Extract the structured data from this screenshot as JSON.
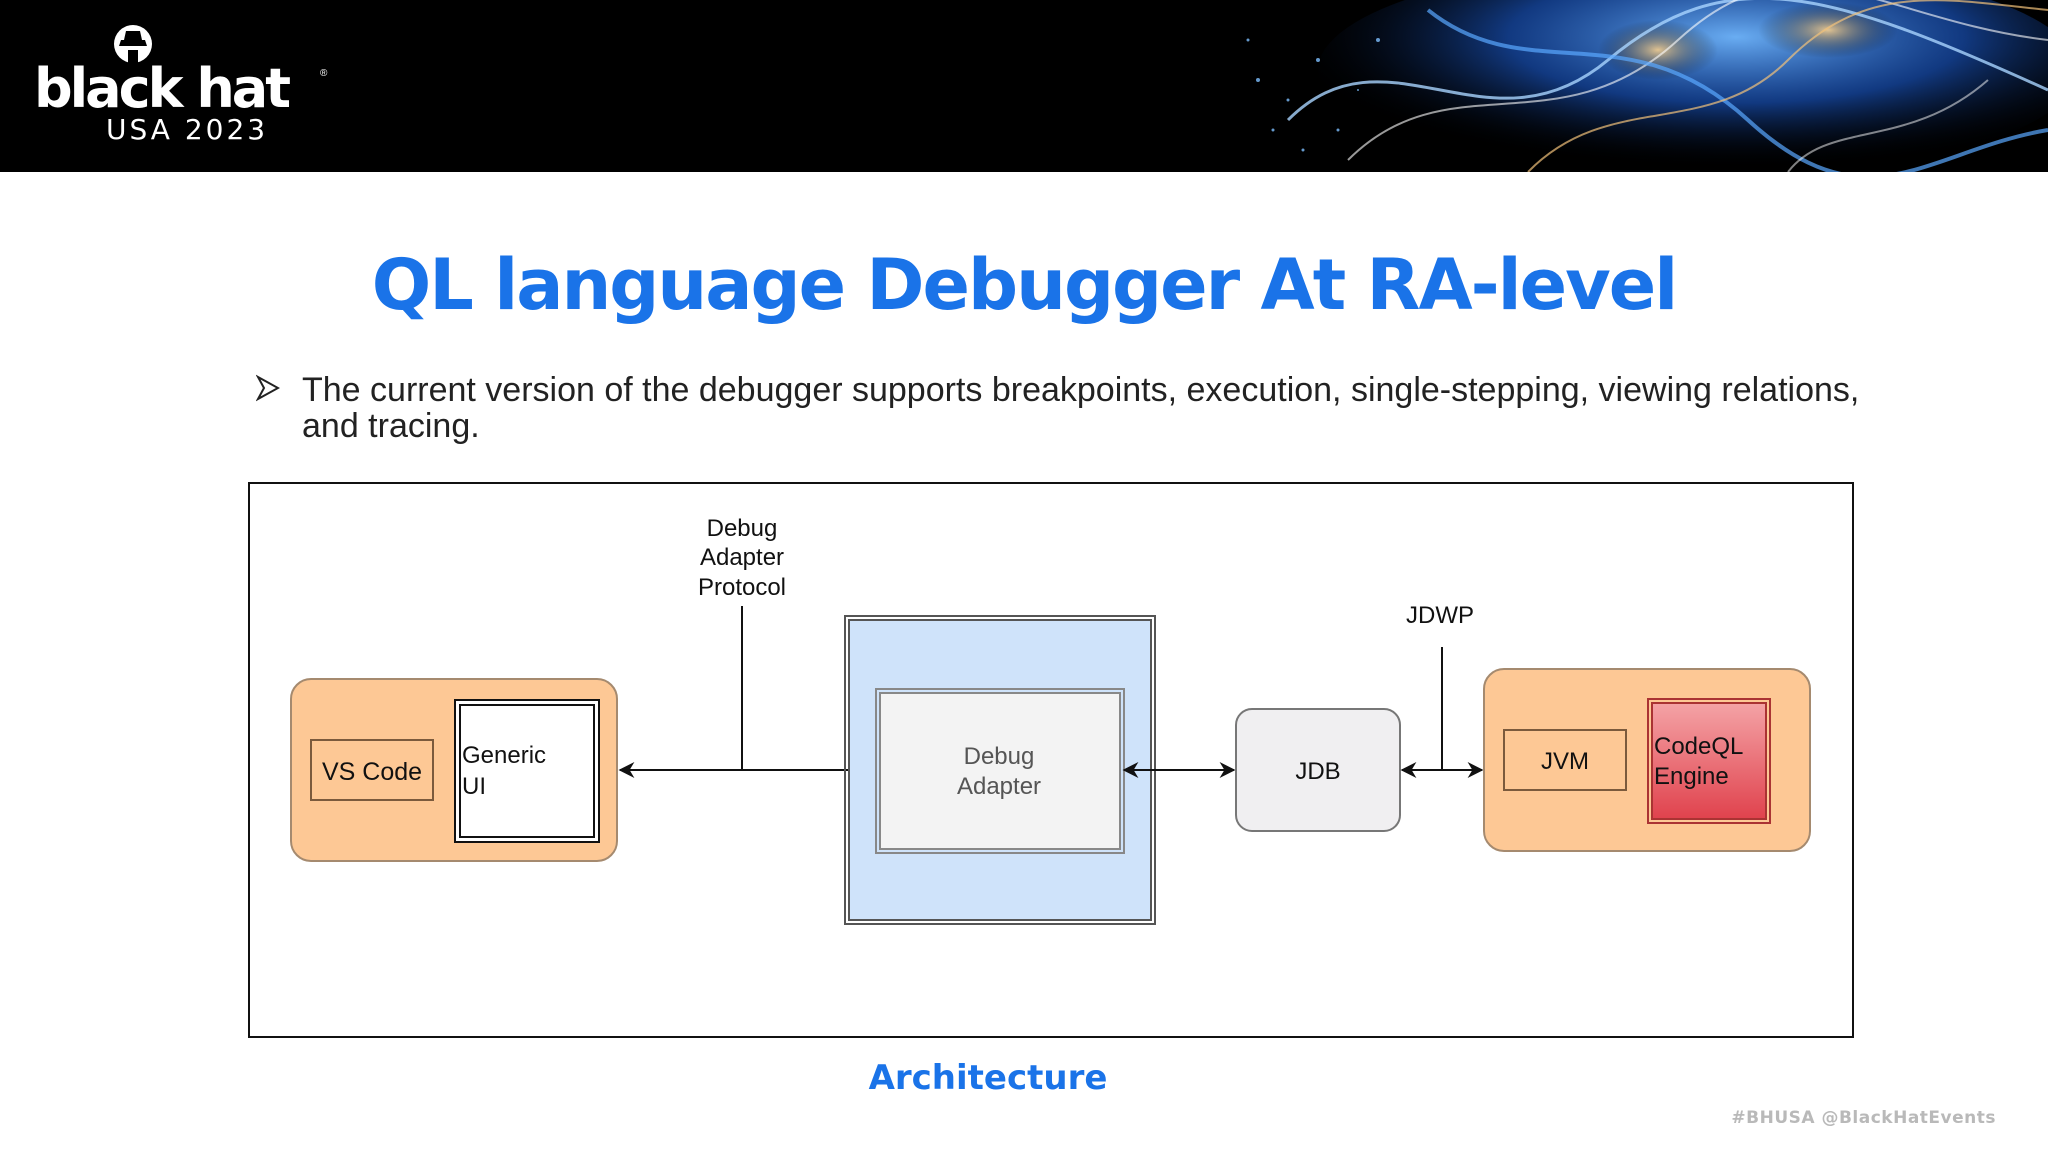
{
  "header": {
    "logo_word": "black hat",
    "logo_sub": "USA 2023"
  },
  "slide": {
    "title": "QL language Debugger At RA-level",
    "bullet": "The current version of the debugger supports breakpoints, execution, single-stepping, viewing relations, and tracing."
  },
  "diagram": {
    "vscode_label": "VS Code",
    "generic_ui_line1": "Generic",
    "generic_ui_line2": "UI",
    "dap_line1": "Debug",
    "dap_line2": "Adapter",
    "dap_line3": "Protocol",
    "adapter_line1": "Debug",
    "adapter_line2": "Adapter",
    "jdb_label": "JDB",
    "jdwp_label": "JDWP",
    "jvm_label": "JVM",
    "engine_line1": "CodeQL",
    "engine_line2": "Engine",
    "colors": {
      "orange_fill": "#fdc895",
      "blue_fill": "#cfe3fa",
      "red_fill": "#e4505a",
      "gray_fill": "#f0eff1"
    }
  },
  "caption": "Architecture",
  "footer": "#BHUSA  @BlackHatEvents"
}
